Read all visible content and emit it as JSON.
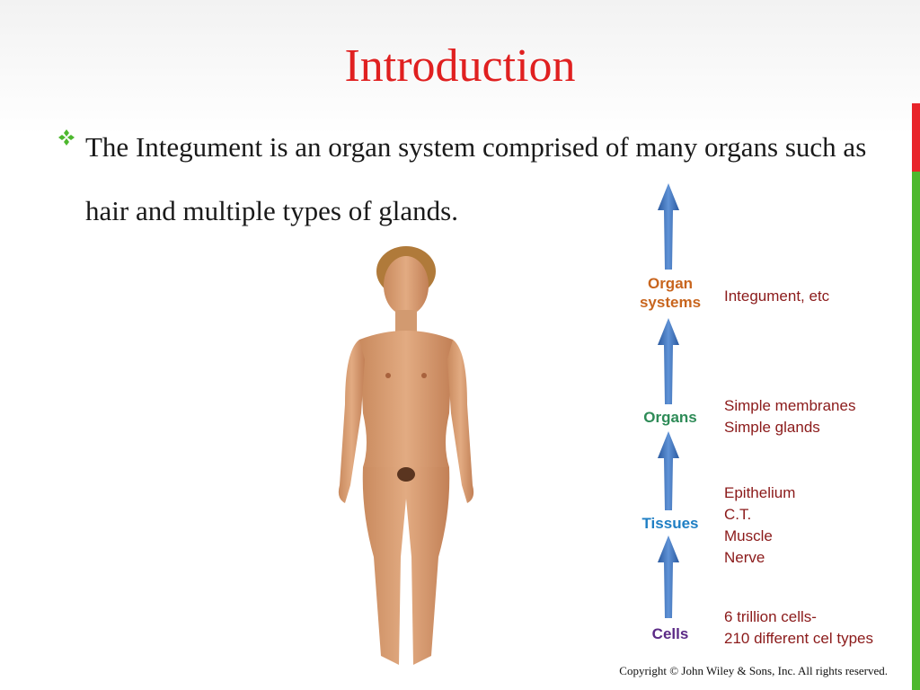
{
  "slide": {
    "title": "Introduction",
    "bullet": "The Integument is an organ system comprised of many organs such as hair and multiple types of glands.",
    "copyright": "Copyright © John Wiley & Sons, Inc. All rights reserved."
  },
  "hierarchy": {
    "levels": [
      {
        "label_lines": [
          "Organ",
          "systems"
        ],
        "color": "#c8651e",
        "description": [
          "Integument, etc"
        ]
      },
      {
        "label_lines": [
          "Organs"
        ],
        "color": "#2e8b57",
        "description": [
          "Simple membranes",
          "Simple glands"
        ]
      },
      {
        "label_lines": [
          "Tissues"
        ],
        "color": "#1f7fc4",
        "description": [
          "Epithelium",
          "C.T.",
          "Muscle",
          "Nerve"
        ]
      },
      {
        "label_lines": [
          "Cells"
        ],
        "color": "#5b2a86",
        "description": [
          "6 trillion cells-",
          "210 different cel types"
        ]
      }
    ]
  },
  "colors": {
    "title": "#e02020",
    "bullet_icon": "#4db82e",
    "arrow": "#3a6fb8",
    "description_text": "#8b1a1a",
    "accent_red": "#e8242a",
    "accent_green": "#4db82e"
  },
  "icons": {
    "bullet": "four-diamond-bullet-icon",
    "figure": "human-body-figure"
  }
}
